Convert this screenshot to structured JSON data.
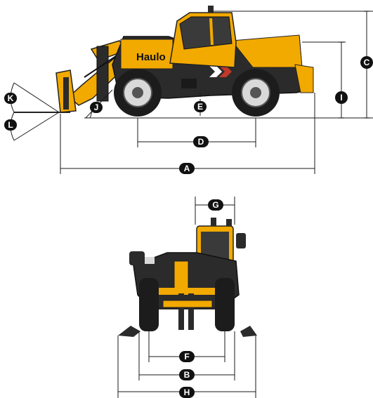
{
  "brand_text": "Haulo",
  "colors": {
    "body": "#f2a900",
    "dark": "#2b2b2b",
    "tire": "#1c1c1c",
    "rim": "#d9d9d9",
    "accent": "#c0392b"
  },
  "labels": {
    "A": "A",
    "B": "B",
    "C": "C",
    "D": "D",
    "E": "E",
    "F": "F",
    "G": "G",
    "H": "H",
    "I": "I",
    "J": "J",
    "K": "K",
    "L": "L"
  }
}
